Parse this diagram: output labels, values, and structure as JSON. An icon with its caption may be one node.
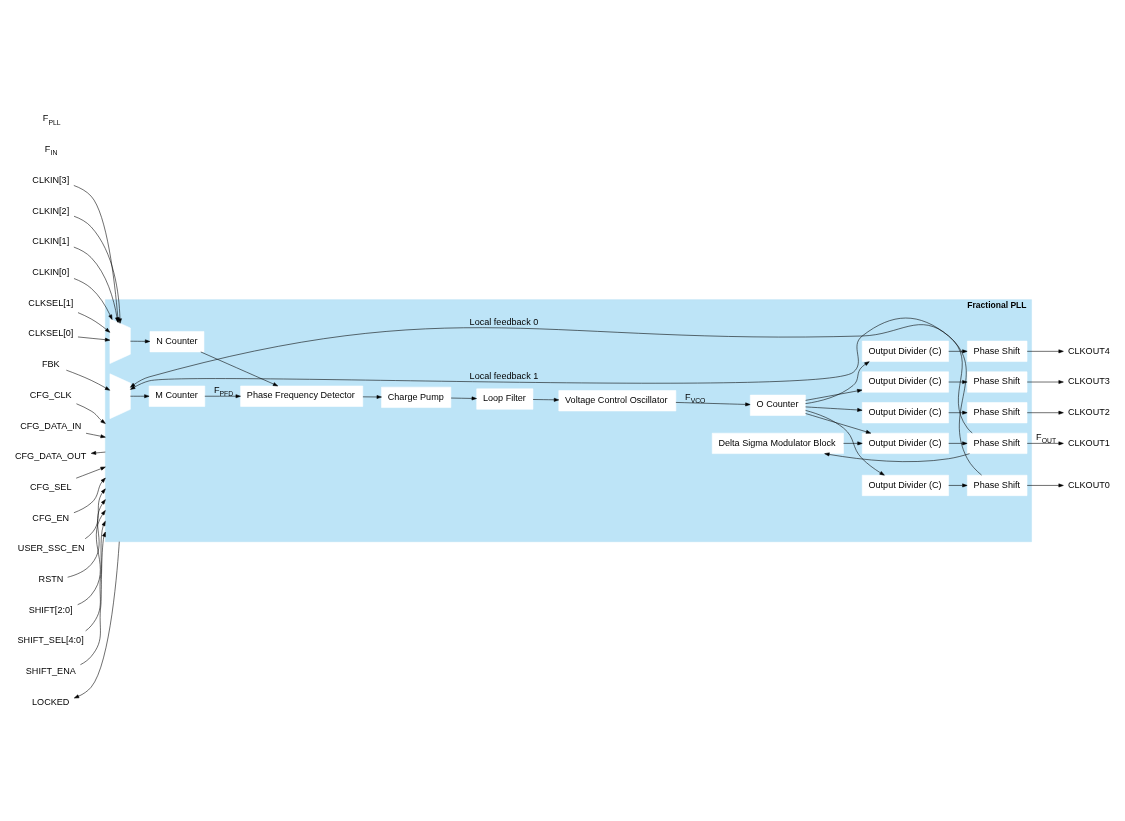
{
  "diagram": {
    "nodes": [
      {
        "text": [
          "Fractional PLL"
        ]
      },
      {
        "text": [],
        "shape": "trapezoid",
        "in": 0
      },
      {
        "text": [
          "N Counter"
        ],
        "in": 0
      },
      {
        "text": [
          "Charge Pump"
        ],
        "in": 0
      },
      {
        "text": [
          "Loop Filter"
        ],
        "in": 0
      },
      {
        "text": [
          "Voltage Control Oscillator"
        ],
        "in": 0
      },
      {
        "text": [
          "O Counter"
        ],
        "in": 0
      },
      {
        "text": [],
        "shape": "trapezoid",
        "in": 0
      },
      {
        "text": [
          "M Counter"
        ],
        "in": 0
      },
      {
        "text": [
          "Phase Frequency Detector"
        ],
        "in": 0
      },
      {
        "text": [
          "Delta Sigma Modulator Block"
        ],
        "in": 0
      },
      {
        "text": [
          "Output Divider (C)"
        ],
        "in": 0
      },
      {
        "text": [
          "Output Divider (C)"
        ],
        "in": 0
      },
      {
        "text": [
          "Output Divider (C)"
        ],
        "in": 0
      },
      {
        "text": [
          "Output Divider (C)"
        ],
        "in": 0
      },
      {
        "text": [
          "Output Divider (C)"
        ],
        "in": 0
      },
      {
        "text": [
          "Phase Shift"
        ],
        "in": 0
      },
      {
        "text": [
          "Phase Shift"
        ],
        "in": 0
      },
      {
        "text": [
          "Phase Shift"
        ],
        "in": 0
      },
      {
        "text": [
          "Phase Shift"
        ],
        "in": 0
      },
      {
        "text": [
          "Phase Shift"
        ],
        "in": 0
      },
      {
        "text": [
          "CLKIN[3]"
        ]
      },
      {
        "text": [
          "CLKIN[2]"
        ]
      },
      {
        "text": [
          "CLKIN[1]"
        ]
      },
      {
        "text": [
          "CLKIN[0]"
        ]
      },
      {
        "text": [
          "CLKSEL[1]"
        ]
      },
      {
        "text": [
          "CLKSEL[0]"
        ]
      },
      {
        "text": [
          "FBK"
        ]
      },
      {
        "text": [
          "CFG_CLK"
        ]
      },
      {
        "text": [
          "CFG_DATA_IN"
        ]
      },
      {
        "text": [
          "CFG_DATA_OUT"
        ]
      },
      {
        "text": [
          "CFG_SEL"
        ]
      },
      {
        "text": [
          "CFG_EN"
        ]
      },
      {
        "text": [
          "USER_SSC_EN"
        ]
      },
      {
        "text": [
          "RSTN"
        ]
      },
      {
        "text": [
          "SHIFT[2:0]"
        ]
      },
      {
        "text": [
          "SHIFT_SEL[4:0]"
        ]
      },
      {
        "text": [
          "SHIFT_ENA"
        ]
      },
      {
        "text": [
          "LOCKED"
        ]
      },
      {
        "text": [
          "CLKOUT4"
        ]
      },
      {
        "text": [
          "CLKOUT3"
        ]
      },
      {
        "text": [
          "CLKOUT2"
        ]
      },
      {
        "text": [
          "CLKOUT1"
        ]
      },
      {
        "text": [
          "CLKOUT0"
        ]
      }
    ],
    "edges": [
      {
        "from": 21,
        "to": 1,
        "arrow": "to"
      },
      {
        "from": 22,
        "to": 1,
        "arrow": "to"
      },
      {
        "from": 23,
        "to": 1,
        "arrow": "to"
      },
      {
        "from": 24,
        "to": 1,
        "arrow": "to"
      },
      {
        "from": 25,
        "to": 1,
        "arrow": "to"
      },
      {
        "from": 26,
        "to": 1,
        "arrow": "to"
      },
      {
        "from": 27,
        "to": 7,
        "arrow": "to"
      },
      {
        "from": 28,
        "to": 0,
        "arrow": "to"
      },
      {
        "from": 29,
        "to": 0,
        "arrow": "to"
      },
      {
        "from": 0,
        "to": 30,
        "arrow": "to"
      },
      {
        "from": 31,
        "to": 0,
        "arrow": "to"
      },
      {
        "from": 32,
        "to": 0,
        "arrow": "to"
      },
      {
        "from": 33,
        "to": 0,
        "arrow": "to"
      },
      {
        "from": 34,
        "to": 0,
        "arrow": "to"
      },
      {
        "from": 35,
        "to": 0,
        "arrow": "to"
      },
      {
        "from": 36,
        "to": 0,
        "arrow": "to"
      },
      {
        "from": 37,
        "to": 0,
        "arrow": "to"
      },
      {
        "from": 0,
        "to": 38,
        "arrow": "to"
      },
      {
        "from": 1,
        "to": 2,
        "arrow": "to"
      },
      {
        "from": 2,
        "to": 9,
        "arrow": "to"
      },
      {
        "from": 7,
        "to": 8,
        "arrow": "to"
      },
      {
        "from": 8,
        "to": 9,
        "arrow": "to",
        "label": "F$_{PFD}$"
      },
      {
        "from": 9,
        "to": 3,
        "arrow": "to"
      },
      {
        "from": 3,
        "to": 4,
        "arrow": "to"
      },
      {
        "from": 4,
        "to": 5,
        "arrow": "to"
      },
      {
        "from": 5,
        "to": 6,
        "arrow": "to",
        "label": "F$_{VCO}$"
      },
      {
        "from": 6,
        "to": 11,
        "arrow": "to"
      },
      {
        "from": 6,
        "to": 12,
        "arrow": "to"
      },
      {
        "from": 6,
        "to": 13,
        "arrow": "to"
      },
      {
        "from": 6,
        "to": 14,
        "arrow": "to"
      },
      {
        "from": 6,
        "to": 15,
        "arrow": "to"
      },
      {
        "from": 10,
        "to": 14,
        "arrow": "to"
      },
      {
        "from": 11,
        "to": 16,
        "arrow": "to"
      },
      {
        "from": 12,
        "to": 17,
        "arrow": "to"
      },
      {
        "from": 13,
        "to": 18,
        "arrow": "to"
      },
      {
        "from": 14,
        "to": 19,
        "arrow": "to"
      },
      {
        "from": 15,
        "to": 20,
        "arrow": "to"
      },
      {
        "from": 16,
        "to": 39,
        "arrow": "to"
      },
      {
        "from": 17,
        "to": 40,
        "arrow": "to"
      },
      {
        "from": 18,
        "to": 41,
        "arrow": "to"
      },
      {
        "from": 19,
        "to": 42,
        "arrow": "to",
        "label": "F$_{OUT}$"
      },
      {
        "from": 20,
        "to": 43,
        "arrow": "to"
      },
      {
        "from": 19,
        "to": 7,
        "arrow": "to",
        "label": "Local feedback 1"
      },
      {
        "from": 19,
        "to": 10,
        "arrow": "to"
      },
      {
        "from": 20,
        "to": 7,
        "arrow": "to",
        "label": "Local feedback 0"
      }
    ],
    "labels": [
      "F$_{IN}$",
      "F$_{PLL}$"
    ]
  }
}
